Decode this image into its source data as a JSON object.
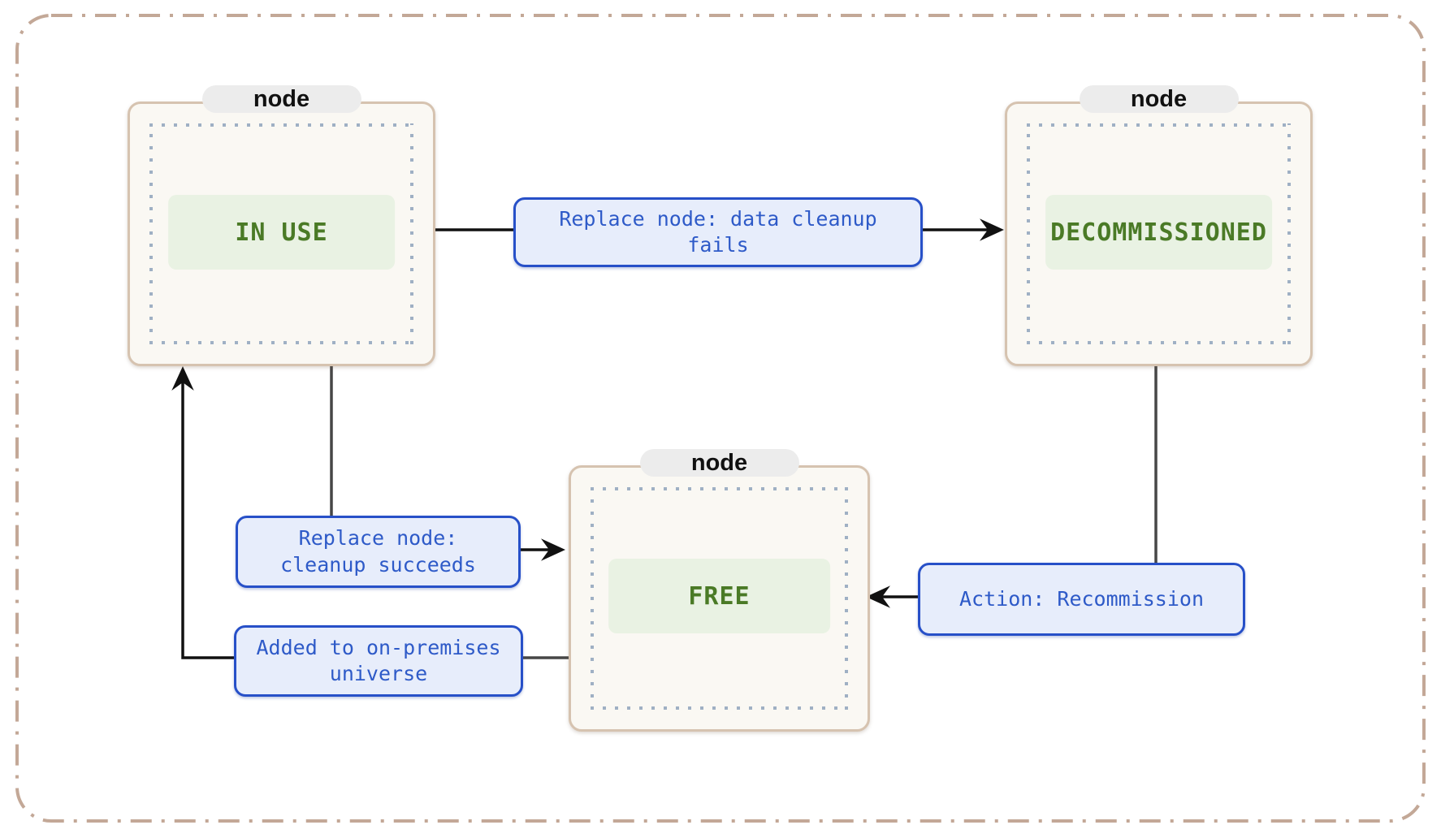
{
  "nodes": {
    "in_use": {
      "badge": "node",
      "state": "IN USE"
    },
    "decommissioned": {
      "badge": "node",
      "state": "DECOMMISSIONED"
    },
    "free": {
      "badge": "node",
      "state": "FREE"
    }
  },
  "edges": {
    "in_use_to_decommissioned": {
      "label": "Replace node: data cleanup\nfails"
    },
    "in_use_to_free": {
      "label": "Replace node:\ncleanup succeeds"
    },
    "free_to_in_use": {
      "label": "Added to on-premises\nuniverse"
    },
    "decommissioned_to_free": {
      "label": "Action: Recommission"
    }
  },
  "colors": {
    "accent_blue_border": "#2750c8",
    "accent_blue_text": "#2e5ac8",
    "accent_blue_fill": "#e7edfb",
    "state_green_text": "#4a7a26",
    "state_green_fill": "#e9f2e3",
    "node_fill": "#faf8f3",
    "node_border": "#d6c3b0",
    "outer_border": "#c3a897",
    "dot_border": "#9fb0c4",
    "badge_fill": "#ececec",
    "badge_text": "#111111",
    "line": "#474747",
    "arrow": "#111111"
  }
}
